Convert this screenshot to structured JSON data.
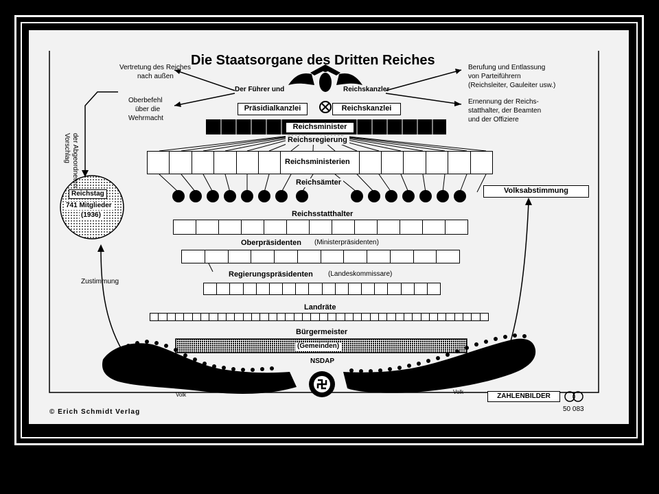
{
  "title": "Die Staatsorgane des Dritten Reiches",
  "left": {
    "representation": [
      "Vertretung des Reiches",
      "nach außen"
    ],
    "command": [
      "Oberbefehl",
      "über die",
      "Wehrmacht"
    ],
    "proposal": [
      "Vorschlag",
      "der Abgeordneten"
    ],
    "reichstag": [
      "Reichstag",
      "741 Mitglieder",
      "(1936)"
    ],
    "approval": "Zustimmung"
  },
  "right": {
    "appointment_party": [
      "Berufung und Entlassung",
      "von Parteiführern",
      "(Reichsleiter, Gauleiter usw.)"
    ],
    "appointment_state": [
      "Ernennung der Reichs-",
      "statthalter, der Beamten",
      "und der Offiziere"
    ],
    "referendum": "Volksabstimmung"
  },
  "top": {
    "fuehrer": "Der Führer und",
    "kanzler": "Reichskanzler",
    "praesidialkanzlei": "Präsidialkanzlei",
    "reichskanzlei": "Reichskanzlei"
  },
  "levels": {
    "reichsminister": "Reichsminister",
    "reichsregierung": "Reichsregierung",
    "reichsministerien": "Reichsministerien",
    "reichsaemter": "Reichsämter",
    "reichsstatthalter": "Reichsstatthalter",
    "oberpraesidenten": "Oberpräsidenten",
    "ministerpraesidenten": "(Ministerpräsidenten)",
    "regierungspraesidenten": "Regierungspräsidenten",
    "landeskommissare": "(Landeskommissare)",
    "landraete": "Landräte",
    "buergermeister": "Bürgermeister",
    "gemeinden": "(Gemeinden)",
    "nsdap": "NSDAP"
  },
  "people": {
    "left": "Volk",
    "right": "Volk"
  },
  "footer": {
    "publisher": "Erich Schmidt Verlag",
    "brand": "ZAHLENBILDER",
    "number": "50 083"
  }
}
